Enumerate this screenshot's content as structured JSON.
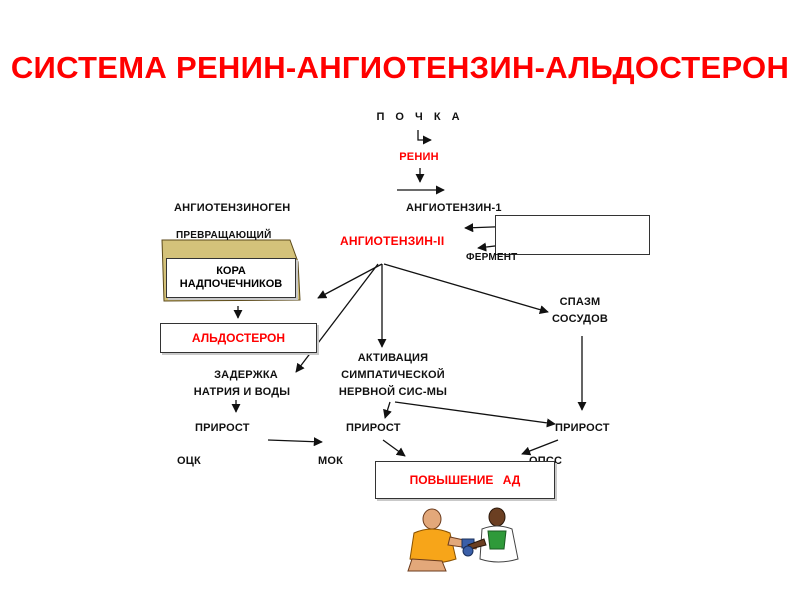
{
  "title": "СИСТЕМА РЕНИН-АНГИОТЕНЗИН-АЛЬДОСТЕРОН",
  "colors": {
    "title": "#ff0000",
    "highlight": "#ff0000",
    "text": "#111111",
    "adrenal_fill": "#d4c27a",
    "adrenal_edge": "#5c4a1a"
  },
  "nodes": {
    "kidney": "П О Ч К А",
    "renin": "РЕНИН",
    "angiotensinogen": "АНГИОТЕНЗИНОГЕН",
    "angiotensin1": "АНГИОТЕНЗИН-1",
    "converting": "ПРЕВРАЩАЮЩИЙ",
    "angiotensin2": "АНГИОТЕНЗИН-II",
    "enzyme": "ФЕРМЕНТ",
    "adrenal_cortex_line1": "КОРА",
    "adrenal_cortex_line2": "НАДПОЧЕЧНИКОВ",
    "aldosterone": "АЛЬДОСТЕРОН",
    "vasospasm_line1": "СПАЗМ",
    "vasospasm_line2": "СОСУДОВ",
    "retention_line1": "ЗАДЕРЖКА",
    "retention_line2": "НАТРИЯ И ВОДЫ",
    "sympathetic_line1": "АКТИВАЦИЯ",
    "sympathetic_line2": "СИМПАТИЧЕСКОЙ",
    "sympathetic_line3": "НЕРВНОЙ СИС-МЫ",
    "increase_left": "ПРИРОСТ",
    "increase_mid": "ПРИРОСТ",
    "increase_right": "ПРИРОСТ",
    "ock": "ОЦК",
    "mok": "МОК",
    "opss": "ОПСС",
    "bp_increase": "ПОВЫШЕНИЕ АД"
  },
  "illustration": {
    "icon": "blood-pressure-measurement-icon"
  }
}
